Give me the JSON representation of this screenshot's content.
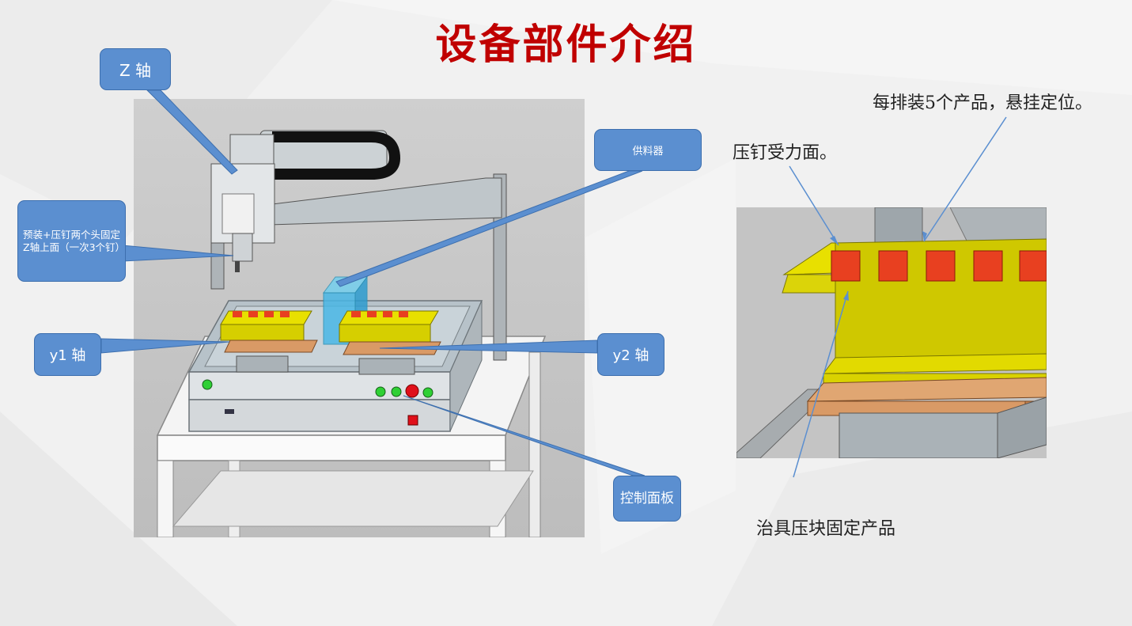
{
  "slide": {
    "title": "设备部件介绍"
  },
  "callouts": {
    "z_axis": "Z 轴",
    "press_head": "预装+压钉两个头固定Z轴上面（一次3个钉）",
    "feeder": "供料器",
    "y1_axis": "y1 轴",
    "y2_axis": "y2 轴",
    "control_panel": "控制面板"
  },
  "notes": {
    "row_capacity": "每排装5个产品，悬挂定位。",
    "force_surface": "压钉受力面。",
    "fixture_block": "治具压块固定产品"
  },
  "colors": {
    "title": "#c00000",
    "callout_fill": "#5b8fd0",
    "callout_border": "#3d6fae",
    "leader_line": "#5b8fd0",
    "fixture_yellow": "#e8e000",
    "product_red": "#e84020",
    "wood_plate": "#d99a66"
  }
}
